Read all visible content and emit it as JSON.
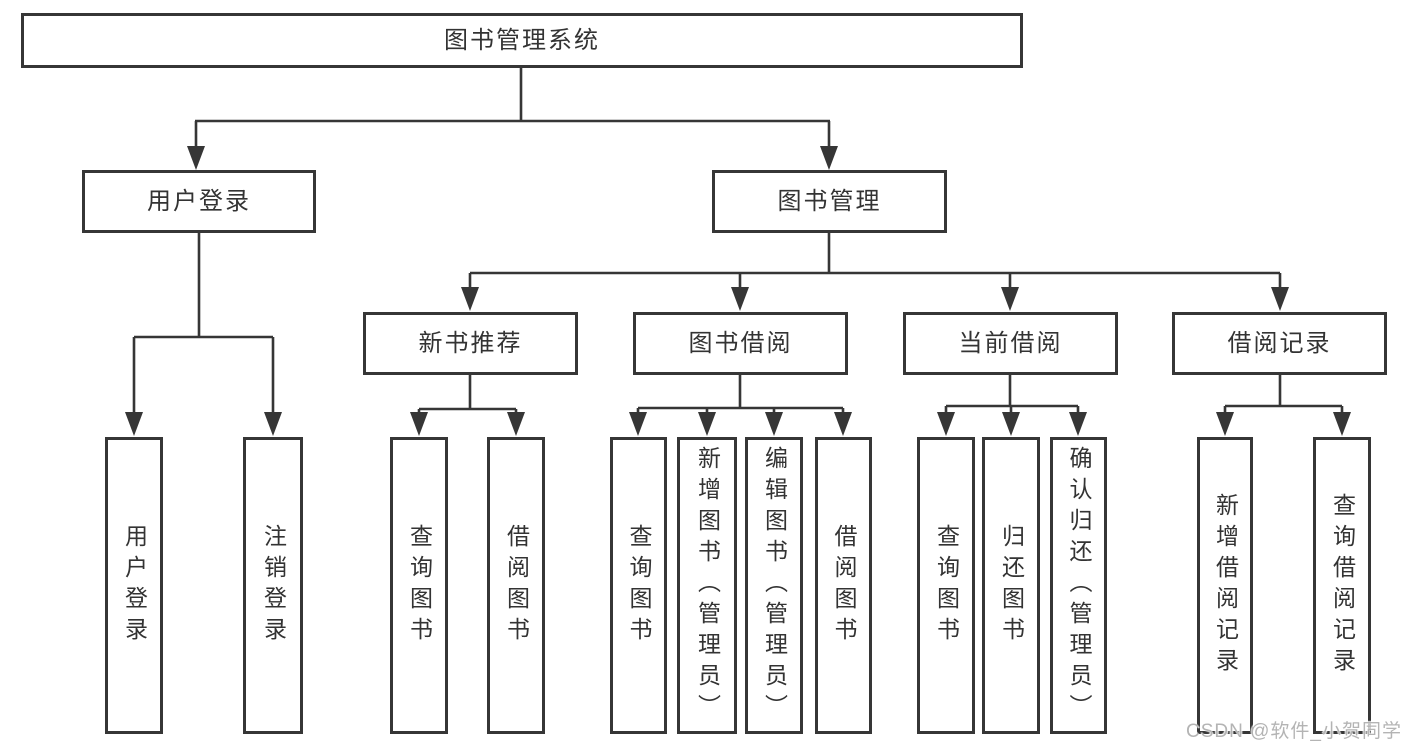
{
  "diagram": {
    "root": {
      "label": "图书管理系统"
    },
    "branches": [
      {
        "label": "用户登录",
        "children": [
          {
            "label": "用户登录"
          },
          {
            "label": "注销登录"
          }
        ]
      },
      {
        "label": "图书管理",
        "children": [
          {
            "label": "新书推荐",
            "children": [
              {
                "label": "查询图书"
              },
              {
                "label": "借阅图书"
              }
            ]
          },
          {
            "label": "图书借阅",
            "children": [
              {
                "label": "查询图书"
              },
              {
                "label": "新增图书（管理员）"
              },
              {
                "label": "编辑图书（管理员）"
              },
              {
                "label": "借阅图书"
              }
            ]
          },
          {
            "label": "当前借阅",
            "children": [
              {
                "label": "查询图书"
              },
              {
                "label": "归还图书"
              },
              {
                "label": "确认归还（管理员）"
              }
            ]
          },
          {
            "label": "借阅记录",
            "children": [
              {
                "label": "新增借阅记录"
              },
              {
                "label": "查询借阅记录"
              }
            ]
          }
        ]
      }
    ]
  },
  "watermark": "CSDN @软件_小贺同学",
  "colors": {
    "line": "#363636",
    "text": "#333333",
    "watermark": "#b4b4b4",
    "background": "#ffffff"
  }
}
